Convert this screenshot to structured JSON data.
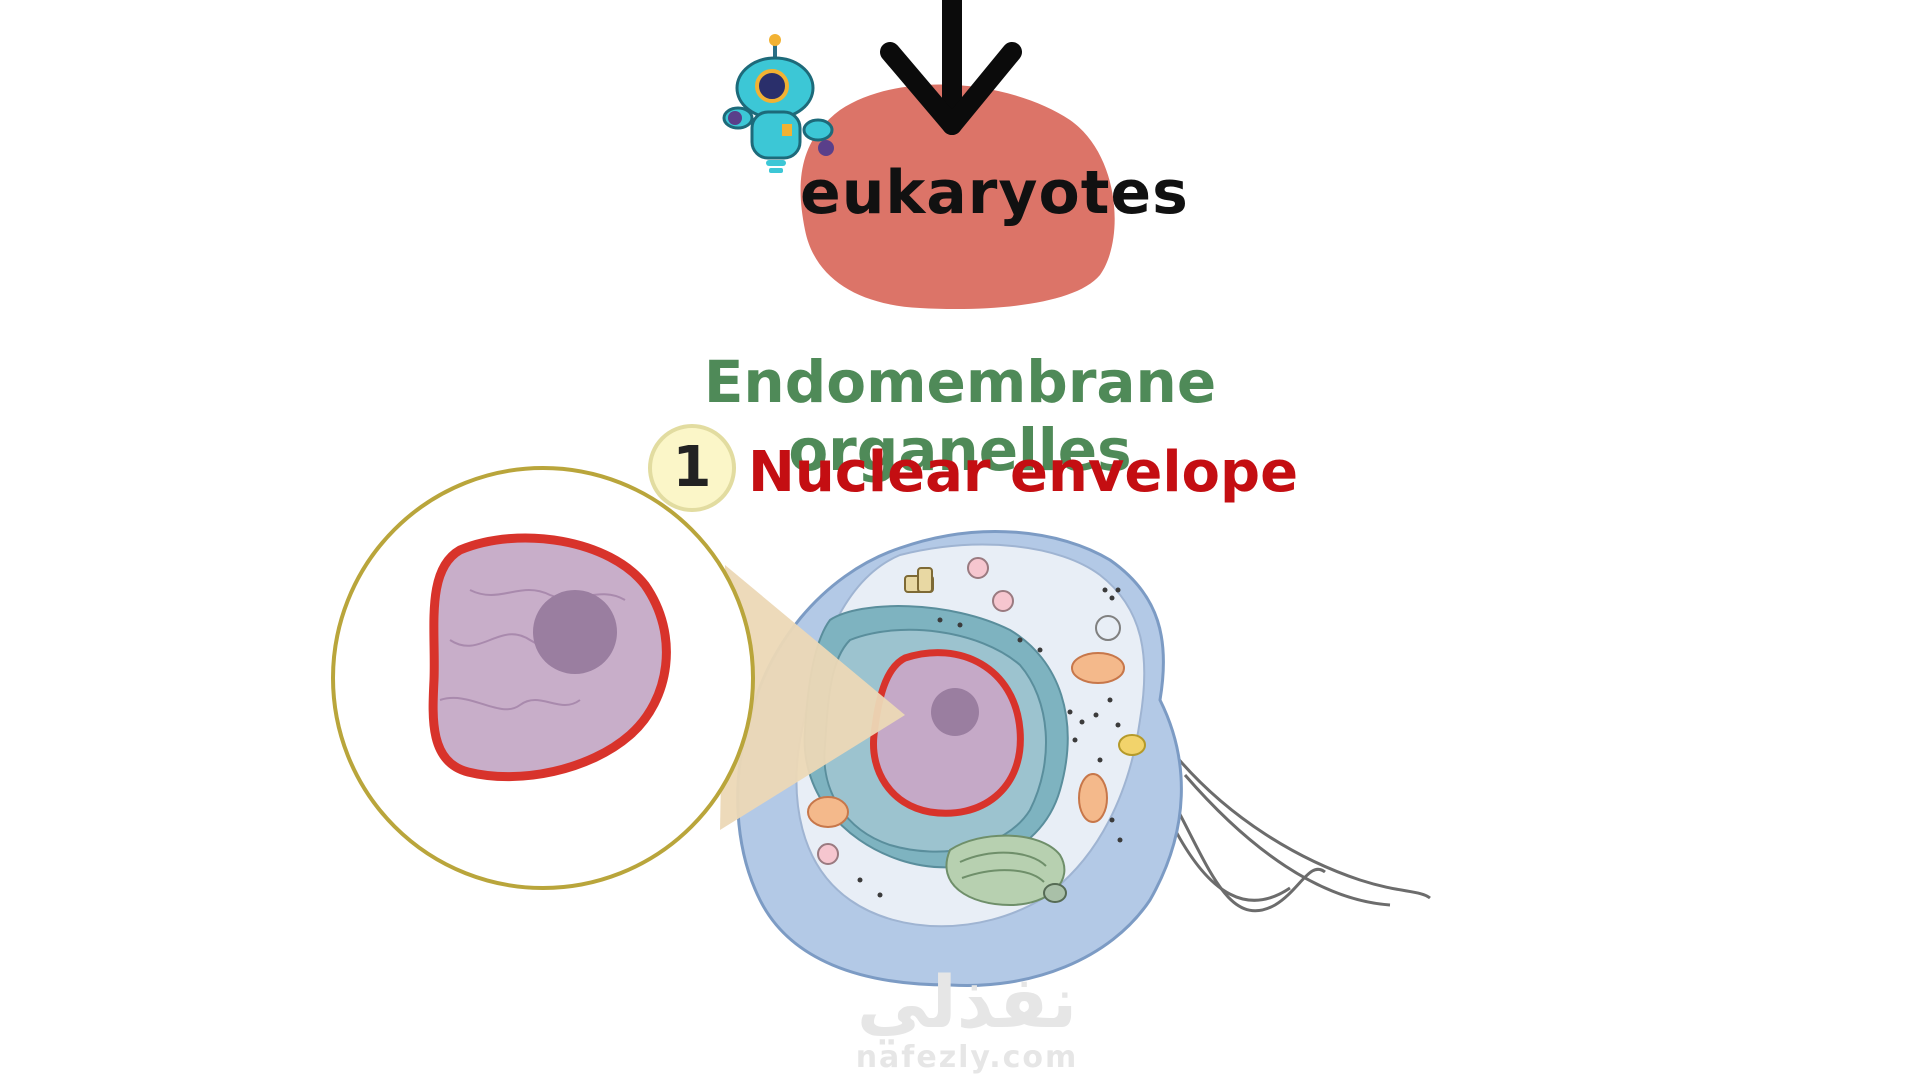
{
  "slide": {
    "category": "eukaryotes",
    "heading": "Endomembrane organelles",
    "item_number": "1",
    "item_label": "Nuclear envelope"
  },
  "watermark": {
    "arabic": "نفذلي",
    "site": "nafezly.com"
  },
  "icons": {
    "mascot": "robot-mascot-icon",
    "arrow": "down-arrow-icon"
  },
  "colors": {
    "blob": "#dc7468",
    "heading": "#4f8a58",
    "item_label": "#c40e12",
    "nuclear_envelope": "#d8332b",
    "magnifier_border": "#b9a53b"
  }
}
